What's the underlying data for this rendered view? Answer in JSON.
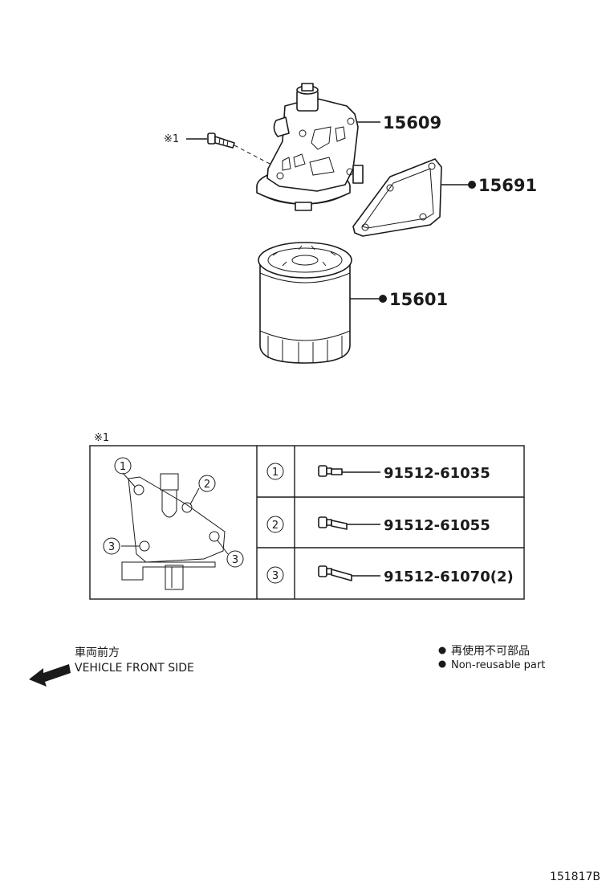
{
  "parts": {
    "housing": "15609",
    "gasket": "15691",
    "filter": "15601"
  },
  "callout_ref": "※1",
  "detail": {
    "ref": "※1",
    "rows": [
      {
        "circle": "1",
        "part_number": "91512-61035"
      },
      {
        "circle": "2",
        "part_number": "91512-61055"
      },
      {
        "circle": "3",
        "part_number": "91512-61070(2)"
      }
    ]
  },
  "front": {
    "jp": "車両前方",
    "en": "VEHICLE FRONT SIDE"
  },
  "legend": {
    "jp": "再使用不可部品",
    "en": "Non-reusable part"
  },
  "diagram_id": "151817B"
}
